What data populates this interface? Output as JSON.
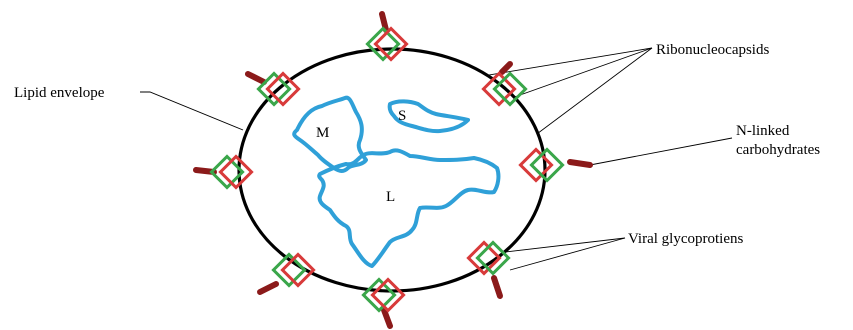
{
  "labels": {
    "lipid_envelope": "Lipid envelope",
    "ribonucleocapsids": "Ribonucleocapsids",
    "n_linked_line1": "N-linked",
    "n_linked_line2": "carbohydrates",
    "viral_glycoproteins": "Viral glycoprotiens"
  },
  "segments": {
    "m": "M",
    "s": "S",
    "l": "L"
  },
  "colors": {
    "envelope": "#000000",
    "ribonucleocapsid": "#2fa0d8",
    "glycoprotein_red": "#d83a3a",
    "glycoprotein_green": "#3aa64a",
    "carbohydrate": "#8b1a1a"
  }
}
